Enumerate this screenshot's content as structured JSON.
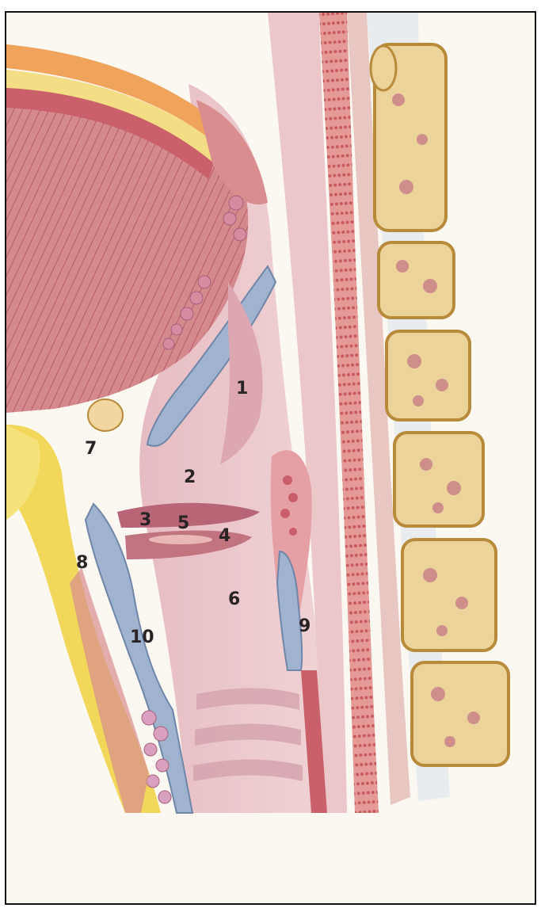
{
  "labels": [
    {
      "id": "1",
      "text": "1"
    },
    {
      "id": "2",
      "text": "2"
    },
    {
      "id": "3",
      "text": "3"
    },
    {
      "id": "5",
      "text": "5"
    },
    {
      "id": "4",
      "text": "4"
    },
    {
      "id": "6",
      "text": "6"
    },
    {
      "id": "7",
      "text": "7"
    },
    {
      "id": "8",
      "text": "8"
    },
    {
      "id": "9",
      "text": "9"
    },
    {
      "id": "10",
      "text": "10"
    }
  ],
  "colors": {
    "background": "#fbf8f2",
    "mucosa": "#e8c3c8",
    "muscle": "#c9606a",
    "cartilage": "#9fb3cf",
    "fat": "#f2d85a",
    "bone": "#ecd39a",
    "bone_outline": "#b88b3a",
    "marrow": "#c98288",
    "border": "#111111"
  },
  "icons": [
    "larynx-sagittal-illustration"
  ]
}
